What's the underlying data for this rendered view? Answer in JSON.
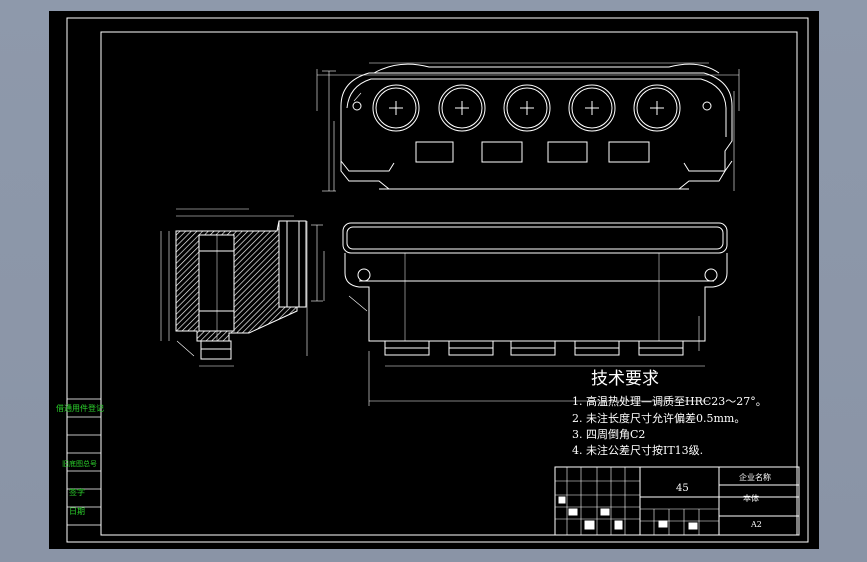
{
  "notes": {
    "heading": "技术要求",
    "items": [
      "1. 高温热处理—调质至HRC23～27°。",
      "2. 未注长度尺寸允许偏差0.5mm。",
      "3. 四周倒角C2",
      "4. 未注公差尺寸按IT13级."
    ]
  },
  "title_block": {
    "material": "45",
    "company": "企业名称",
    "part_name": "本体",
    "sheet_size": "A2"
  },
  "left_margin_labels": [
    "借通用件登记",
    "旧底图总号",
    "签字",
    "日期"
  ],
  "colors": {
    "workspace": "#8b96a8",
    "sheet": "#000000",
    "lines": "#ffffff",
    "margin_text": "#2bd12b"
  }
}
